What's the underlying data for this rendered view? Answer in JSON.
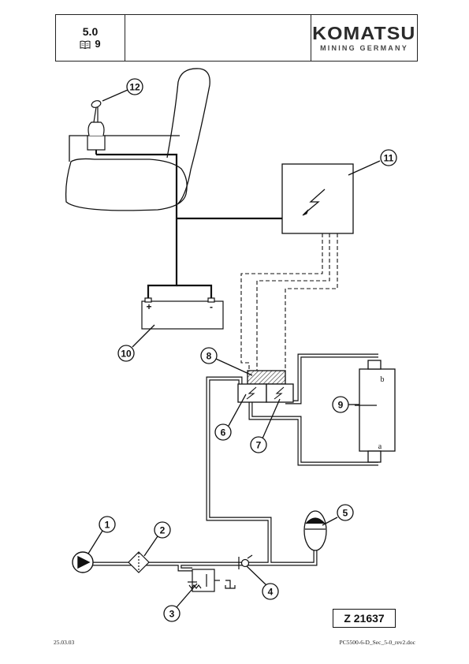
{
  "header": {
    "section": "5.0",
    "page": "9",
    "page_icon": "book-icon",
    "brand_name": "KOMATSU",
    "brand_subtitle": "MINING GERMANY"
  },
  "callouts": [
    "1",
    "2",
    "3",
    "4",
    "5",
    "6",
    "7",
    "8",
    "9",
    "10",
    "11",
    "12"
  ],
  "cylinder_ports": {
    "top": "b",
    "bottom": "a"
  },
  "battery_terminals": {
    "positive": "+",
    "negative": "-"
  },
  "control_unit_icon": "lightning-bolt-icon",
  "valve_icon": "lightning-bolt-icon",
  "drawing_id": "Z 21637",
  "footer": {
    "date": "25.03.03",
    "doc": "PC5500-6-D_Sec_5-0_rev2.doc"
  },
  "colors": {
    "line": "#111111",
    "hatch": "#444444"
  }
}
